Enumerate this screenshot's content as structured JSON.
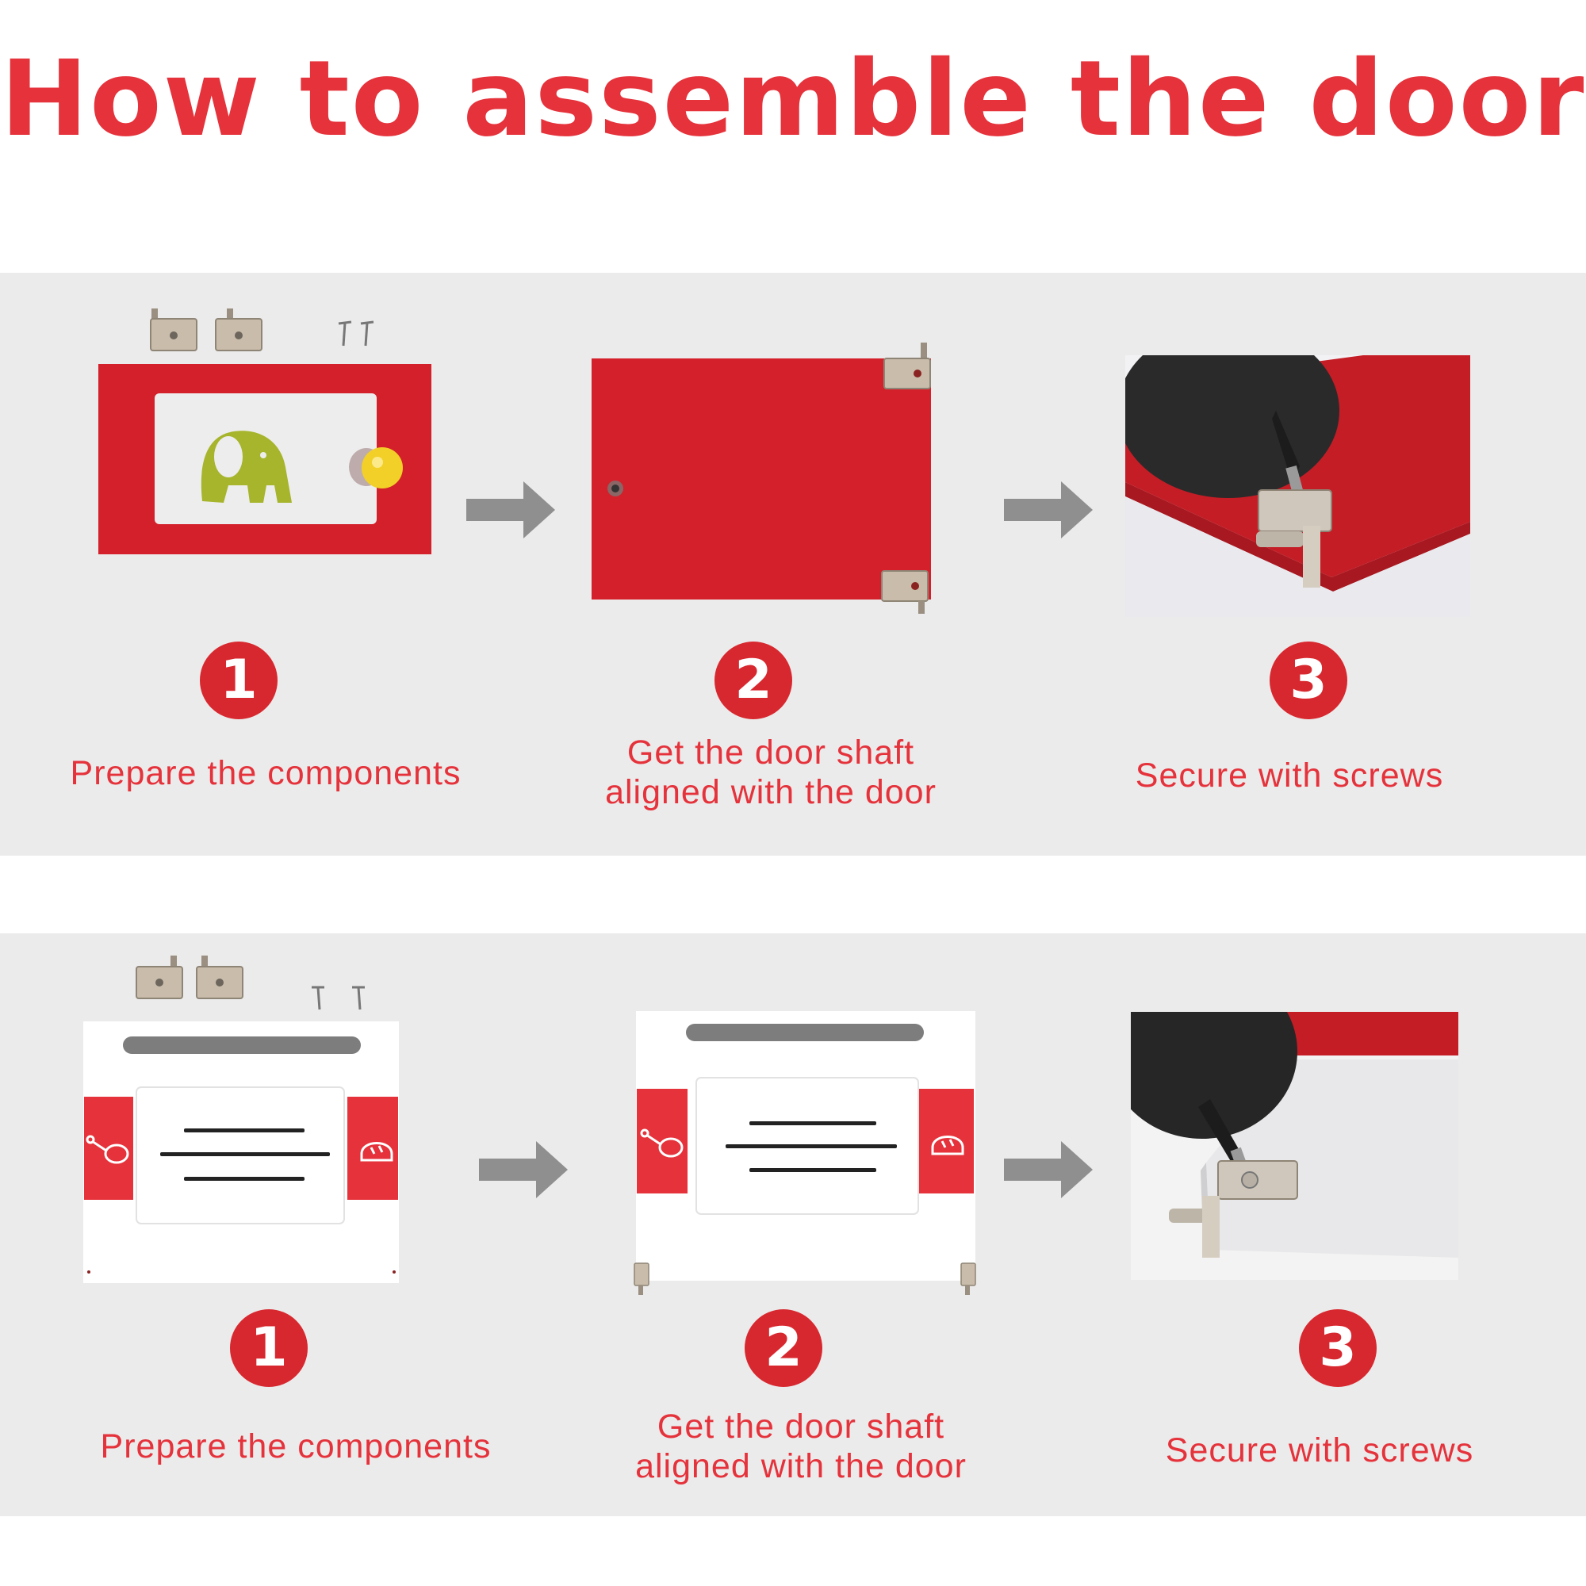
{
  "title": "How to assemble the door",
  "colors": {
    "accent": "#e5323b",
    "band": "#ebebeb",
    "door_red": "#d3202a",
    "door_white": "#ffffff",
    "elephant": "#a6b52c",
    "knob": "#f2d028",
    "arrow": "#8f8f8f",
    "hinge": "#c9bcaa"
  },
  "sections": [
    {
      "door_color": "red",
      "steps": [
        {
          "number": "1",
          "label": "Prepare the components",
          "image": "red-door-parts"
        },
        {
          "number": "2",
          "label": "Get the door shaft\naligned with the door",
          "image": "red-door-with-hinges"
        },
        {
          "number": "3",
          "label": "Secure with screws",
          "image": "screwdriver-red-door-closeup"
        }
      ]
    },
    {
      "door_color": "white",
      "steps": [
        {
          "number": "1",
          "label": "Prepare the components",
          "image": "white-oven-door-parts"
        },
        {
          "number": "2",
          "label": "Get the door shaft\naligned with the door",
          "image": "white-oven-door-with-hinges"
        },
        {
          "number": "3",
          "label": "Secure with screws",
          "image": "screwdriver-white-door-closeup"
        }
      ]
    }
  ],
  "icons": [
    "arrow-right-icon",
    "drumstick-icon",
    "bread-icon",
    "elephant-icon",
    "screw-icon",
    "hinge-icon"
  ]
}
